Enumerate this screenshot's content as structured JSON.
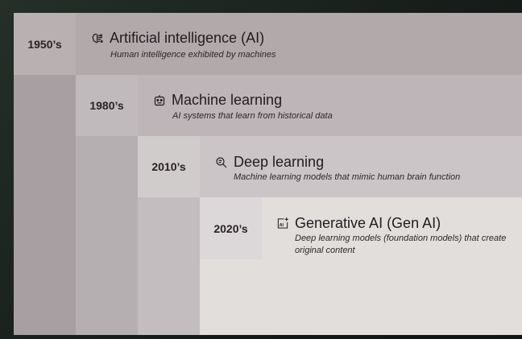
{
  "eras": [
    {
      "year": "1950’s",
      "title": "Artificial intelligence (AI)",
      "description": "Human intelligence exhibited by machines",
      "icon": "brain-icon"
    },
    {
      "year": "1980’s",
      "title": "Machine learning",
      "description": "AI systems that learn from historical data",
      "icon": "robot-icon"
    },
    {
      "year": "2010’s",
      "title": "Deep learning",
      "description": "Machine learning models that mimic human brain function",
      "icon": "magnify-icon"
    },
    {
      "year": "2020’s",
      "title": "Generative AI (Gen AI)",
      "description": "Deep learning models (foundation models) that create original content",
      "icon": "ai-sparkle-icon"
    }
  ]
}
